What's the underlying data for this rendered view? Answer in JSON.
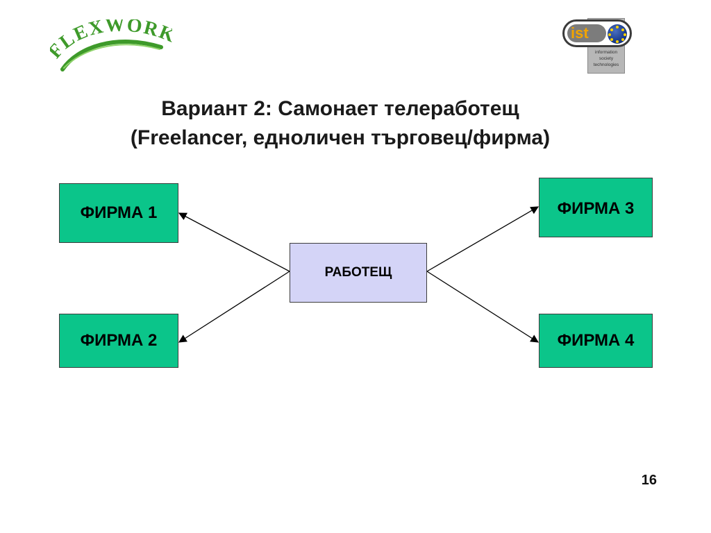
{
  "logos": {
    "flexwork": {
      "text": "FLEXWORK",
      "color": "#3e9a2a"
    },
    "ist": {
      "text": "ist",
      "subtitle_lines": [
        "information",
        "society",
        "technologies"
      ],
      "accent": "#f2a400"
    }
  },
  "title": {
    "line1": "Вариант 2: Самонает телеработещ",
    "line2": "(Freelancer, едноличен търговец/фирма)"
  },
  "diagram": {
    "center": {
      "label": "РАБОТЕЩ",
      "color": "#d4d4f7"
    },
    "firms": [
      {
        "label": "ФИРМА 1"
      },
      {
        "label": "ФИРМА 2"
      },
      {
        "label": "ФИРМА 3"
      },
      {
        "label": "ФИРМА 4"
      }
    ],
    "firm_color": "#0bc58a",
    "edges": [
      {
        "from": "РАБОТЕЩ",
        "to": "ФИРМА 1"
      },
      {
        "from": "РАБОТЕЩ",
        "to": "ФИРМА 2"
      },
      {
        "from": "РАБОТЕЩ",
        "to": "ФИРМА 3"
      },
      {
        "from": "РАБОТЕЩ",
        "to": "ФИРМА 4"
      }
    ]
  },
  "page_number": "16"
}
